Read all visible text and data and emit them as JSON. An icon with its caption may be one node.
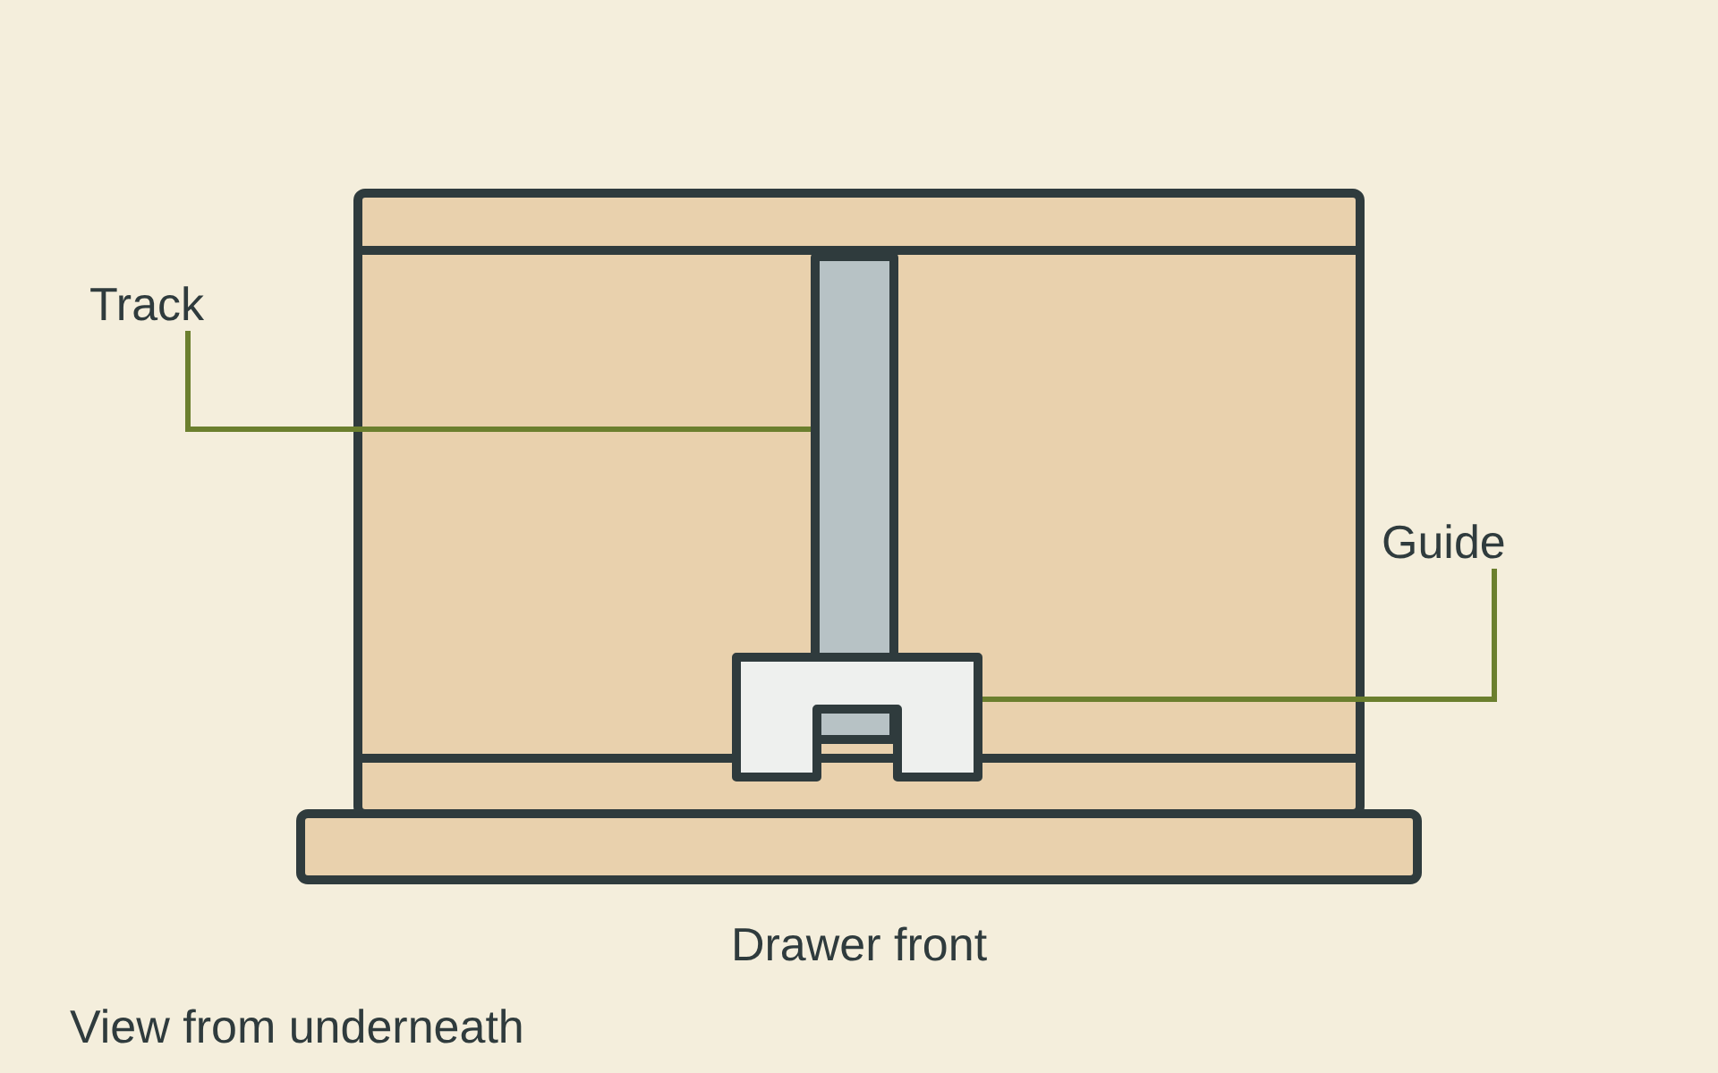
{
  "diagram": {
    "caption": "View from underneath",
    "nodes": [
      {
        "text": [
          "Track"
        ]
      },
      {
        "text": [],
        "shape": "bar"
      },
      {
        "text": [
          "Guide"
        ]
      },
      {
        "text": [],
        "shape": "box"
      }
    ],
    "edges": [
      {
        "from": 0,
        "to": 1,
        "arrow": "none"
      },
      {
        "from": 2,
        "to": 3,
        "arrow": "none"
      }
    ],
    "labels": [
      "Drawer front"
    ]
  }
}
